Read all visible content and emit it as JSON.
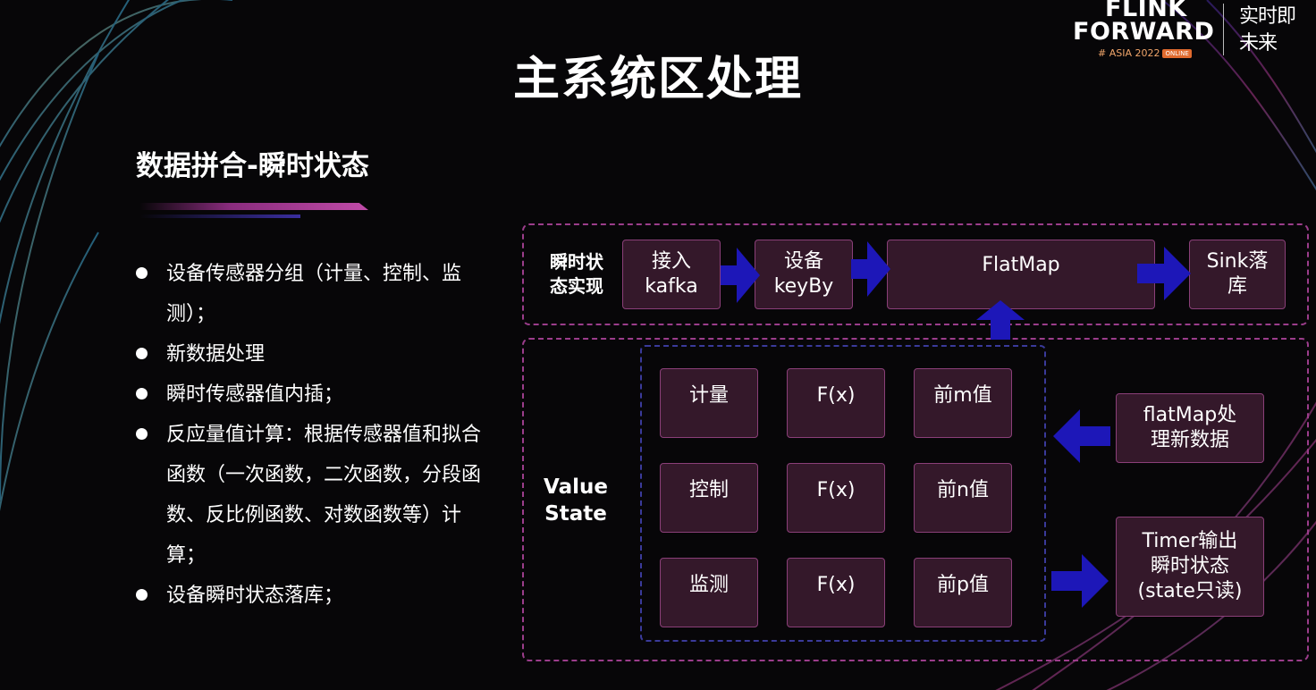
{
  "logo": {
    "line1": "FLINK",
    "line2": "FORWARD",
    "line3": "# ASIA 2022",
    "badge": "ONLINE",
    "cn_line1": "实时即",
    "cn_line2": "未来"
  },
  "title": "主系统区处理",
  "subtitle": "数据拼合-瞬时状态",
  "bullets": [
    "设备传感器分组（计量、控制、监测）；",
    "新数据处理",
    "瞬时传感器值内插；",
    "反应量值计算：根据传感器值和拟合函数（一次函数，二次函数，分段函数、反比例函数、对数函数等）计算；",
    "设备瞬时状态落库；"
  ],
  "pipeline": {
    "label_line1": "瞬时状",
    "label_line2": "态实现",
    "kafka_line1": "接入",
    "kafka_line2": "kafka",
    "keyby_line1": "设备",
    "keyby_line2": "keyBy",
    "flatmap": "FlatMap",
    "sink_line1": "Sink落",
    "sink_line2": "库"
  },
  "value_state": {
    "label_line1": "Value",
    "label_line2": "State",
    "rows": [
      {
        "name": "计量",
        "fn": "F(x)",
        "prev": "前m值"
      },
      {
        "name": "控制",
        "fn": "F(x)",
        "prev": "前n值"
      },
      {
        "name": "监测",
        "fn": "F(x)",
        "prev": "前p值"
      }
    ],
    "flatmap_new_line1": "flatMap处",
    "flatmap_new_line2": "理新数据",
    "timer_line1": "Timer输出",
    "timer_line2": "瞬时状态",
    "timer_line3": "(state只读)"
  },
  "colors": {
    "box_fill": "#34182a",
    "box_border": "#8a3f78",
    "dash_outer": "#9b3d8b",
    "dash_inner": "#3a3a9a",
    "arrow": "#1d17b8"
  }
}
